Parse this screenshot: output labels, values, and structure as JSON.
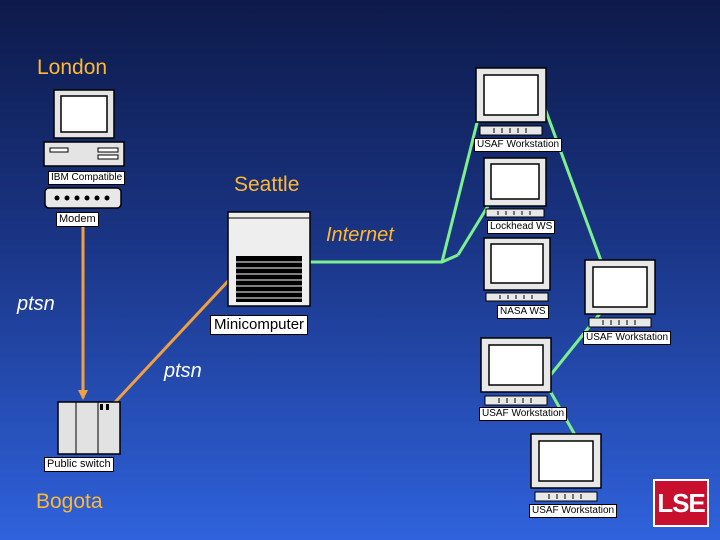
{
  "labels": {
    "london": "London",
    "seattle": "Seattle",
    "internet": "Internet",
    "ptsn_left": "ptsn",
    "ptsn_center": "ptsn",
    "bogota": "Bogota"
  },
  "devices": {
    "ibm": "IBM Compatible",
    "modem": "Modem",
    "minicomputer": "Minicomputer",
    "public_switch": "Public switch",
    "ws1": "USAF Workstation",
    "ws2": "Lockhead WS",
    "ws3": "NASA WS",
    "ws4": "USAF Workstation",
    "ws5": "USAF Workstation",
    "ws6": "USAF Workstation"
  },
  "logo": "LSE",
  "colors": {
    "orange_line": "#f0a040",
    "green_line": "#7cf08c",
    "city_text": "#ffb830",
    "logo_red": "#c8102e"
  }
}
